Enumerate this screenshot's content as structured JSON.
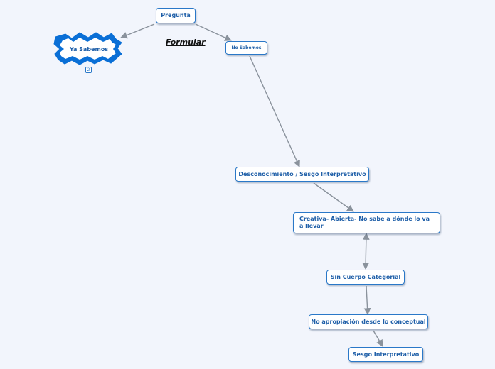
{
  "nodes": {
    "pregunta": "Pregunta",
    "ya_sabemos": "Ya Sabemos",
    "ya_sabemos_count": "2",
    "no_sabemos": "No Sabemos",
    "desconocimiento": "Desconocimiento / Sesgo Interpretativo",
    "creativa": "Creativa- Abierta- No sabe a dónde lo va a llevar",
    "sin_cuerpo": "Sin Cuerpo Categorial",
    "no_apropiacion": "No apropiación desde lo conceptual",
    "sesgo": "Sesgo Interpretativo"
  },
  "floating_label": "Formular",
  "colors": {
    "background": "#f2f5fc",
    "node_border": "#2a78c8",
    "node_text": "#1f5fa8",
    "connector": "#8a929c",
    "burst_fill": "#0a6fd6"
  }
}
